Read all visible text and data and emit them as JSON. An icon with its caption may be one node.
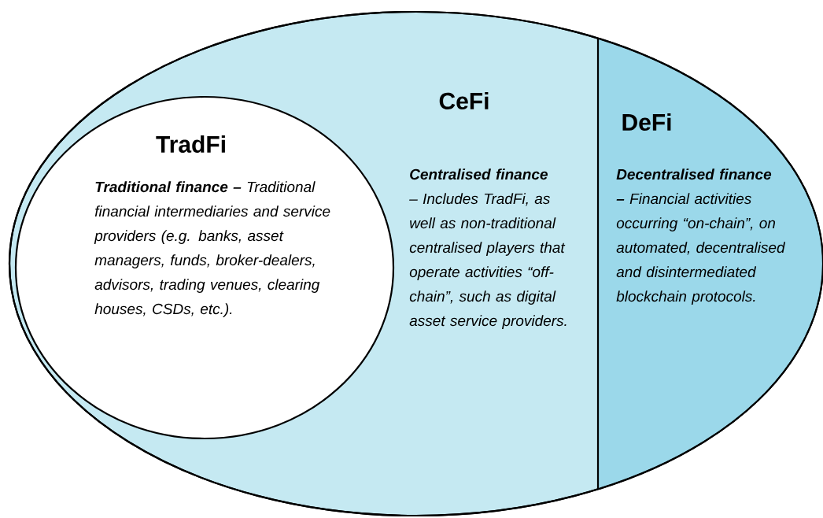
{
  "diagram": {
    "nodes": [
      {
        "text": [
          "CeFi",
          "**Centralised finance** – Includes TradFi, as well as non-traditional centralised players that operate activities “off-chain”, such as digital asset service providers."
        ]
      },
      {
        "text": [
          "TradFi",
          "**Traditional finance –** Traditional financial intermediaries and service providers (e.g. banks, asset managers, funds, broker-dealers, advisors, trading venues, clearing houses, CSDs, etc.)."
        ],
        "in": 0
      },
      {
        "text": [
          "DeFi",
          "**Decentralised finance –** Financial activities occurring “on-chain”, on automated, decentralised and disintermediated blockchain protocols."
        ]
      }
    ]
  }
}
